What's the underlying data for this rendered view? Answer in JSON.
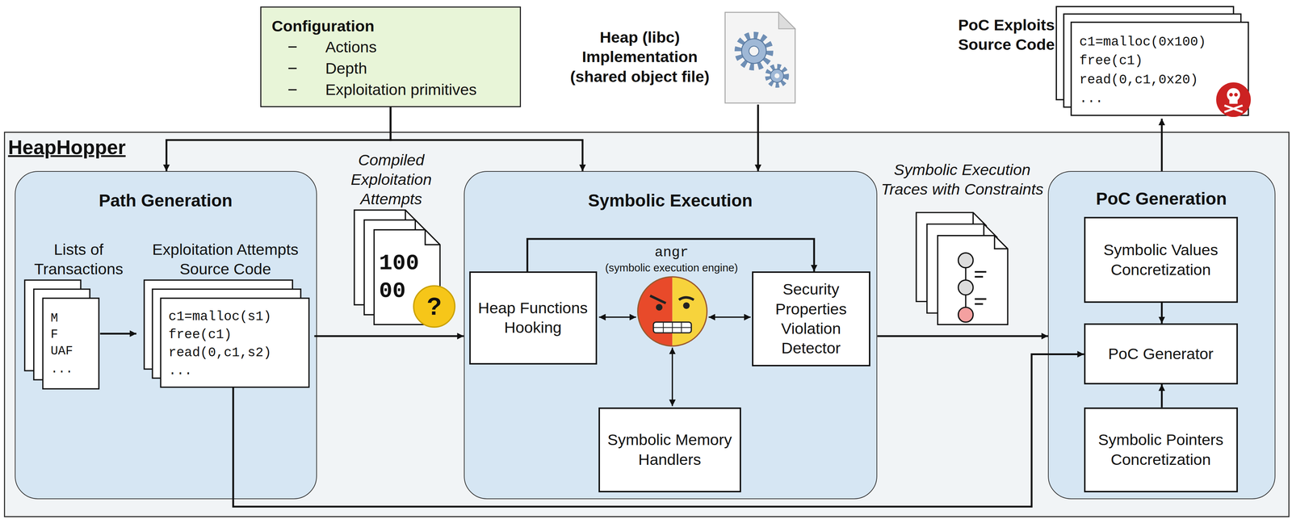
{
  "diagram": {
    "nodes": [
      {
        "text": [
          "Configuration",
          "Actions",
          "Depth",
          "Exploitation primitives"
        ]
      },
      {
        "text": [
          "Heap (libc) Implementation (shared object file)"
        ]
      },
      {
        "text": [
          "PoC Exploits Source Code",
          "c1=malloc(0x100)",
          "free(c1)",
          "read(0,c1,0x20)",
          "..."
        ]
      },
      {
        "text": [
          "HeapHopper"
        ]
      },
      {
        "text": [
          "Path Generation"
        ],
        "in": 3
      },
      {
        "text": [
          "Lists of Transactions",
          "M",
          "F",
          "UAF",
          "..."
        ],
        "in": 4
      },
      {
        "text": [
          "Exploitation Attempts Source Code",
          "c1=malloc(s1)",
          "free(c1)",
          "read(0,c1,s2)",
          "..."
        ],
        "in": 4
      },
      {
        "text": [
          "Compiled Exploitation Attempts"
        ],
        "in": 3
      },
      {
        "text": [
          "Symbolic Execution"
        ],
        "in": 3
      },
      {
        "text": [
          "Heap Functions Hooking"
        ],
        "in": 8
      },
      {
        "text": [
          "Security Properties Violation Detector"
        ],
        "in": 8
      },
      {
        "text": [
          "Symbolic Memory Handlers"
        ],
        "in": 8
      },
      {
        "text": [
          "Symbolic Execution Traces with Constraints"
        ],
        "in": 3
      },
      {
        "text": [
          "PoC Generation"
        ],
        "in": 3
      },
      {
        "text": [
          "Symbolic Values Concretization"
        ],
        "in": 13
      },
      {
        "text": [
          "PoC Generator"
        ],
        "in": 13
      },
      {
        "text": [
          "Symbolic Pointers Concretization"
        ],
        "in": 13
      }
    ],
    "edges": [
      {
        "from": 0,
        "to": 4,
        "arrow": "to"
      },
      {
        "from": 0,
        "to": 8,
        "arrow": "to"
      },
      {
        "from": 1,
        "to": 8,
        "arrow": "to"
      },
      {
        "from": 5,
        "to": 6,
        "arrow": "to"
      },
      {
        "from": 6,
        "to": 8,
        "arrow": "to"
      },
      {
        "from": 6,
        "to": 15,
        "arrow": "to"
      },
      {
        "from": 8,
        "to": 13,
        "arrow": "to"
      },
      {
        "from": 13,
        "to": 2,
        "arrow": "to"
      },
      {
        "from": 9,
        "to": 10,
        "arrow": "to"
      },
      {
        "from": 14,
        "to": 15,
        "arrow": "to"
      },
      {
        "from": 16,
        "to": 15,
        "arrow": "to"
      }
    ],
    "labels": [
      "angr",
      "(symbolic execution engine)",
      "100",
      "00",
      "?"
    ]
  }
}
